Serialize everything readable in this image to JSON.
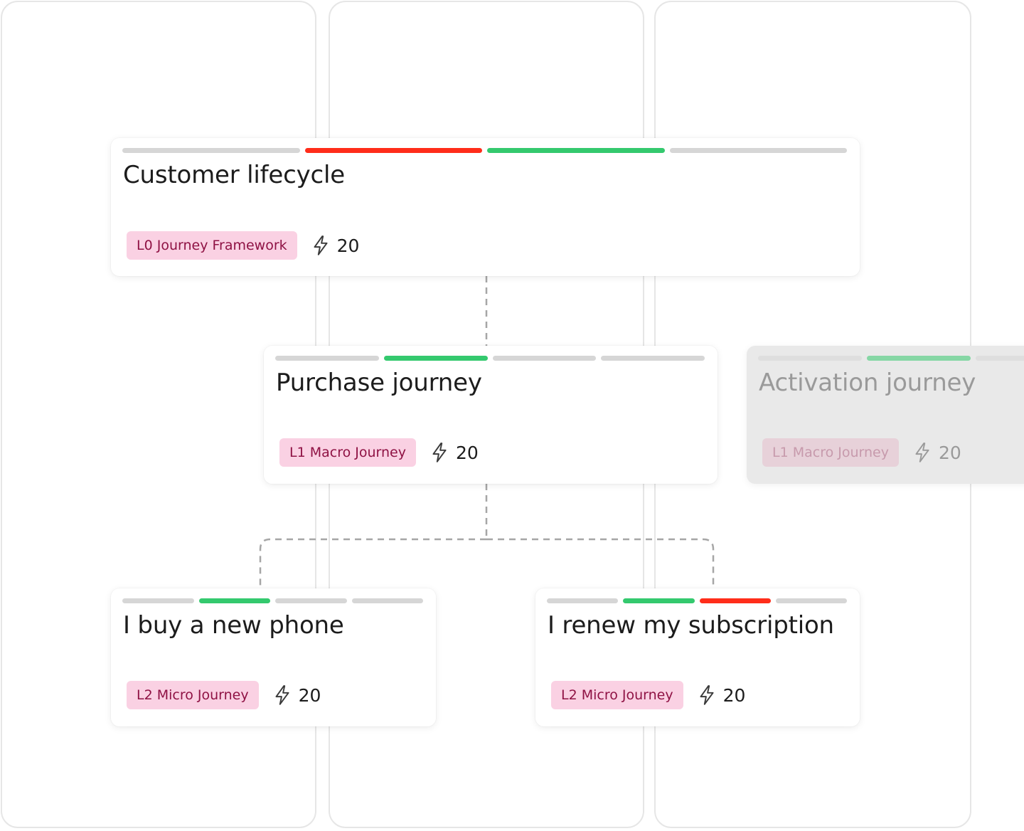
{
  "colors": {
    "gray": "#d6d6d6",
    "red": "#ff2d1a",
    "green": "#34c96e",
    "badge_bg": "#fad1e3",
    "badge_text": "#8f1244"
  },
  "cards": {
    "customer_lifecycle": {
      "title": "Customer lifecycle",
      "badge": "L0 Journey Framework",
      "count": "20",
      "segments": [
        "gray",
        "red",
        "green",
        "gray"
      ]
    },
    "purchase_journey": {
      "title": "Purchase journey",
      "badge": "L1 Macro Journey",
      "count": "20",
      "segments": [
        "gray",
        "green",
        "gray",
        "gray"
      ]
    },
    "activation_journey": {
      "title": "Activation journey",
      "badge": "L1 Macro Journey",
      "count": "20",
      "segments": [
        "gray",
        "green",
        "gray",
        "gray"
      ]
    },
    "buy_new_phone": {
      "title": "I buy a new phone",
      "badge": "L2 Micro Journey",
      "count": "20",
      "segments": [
        "gray",
        "green",
        "gray",
        "gray"
      ]
    },
    "renew_subscription": {
      "title": "I renew my subscription",
      "badge": "L2 Micro Journey",
      "count": "20",
      "segments": [
        "gray",
        "green",
        "red",
        "gray"
      ]
    }
  },
  "icons": {
    "count_icon": "lightning-bolt-icon"
  }
}
